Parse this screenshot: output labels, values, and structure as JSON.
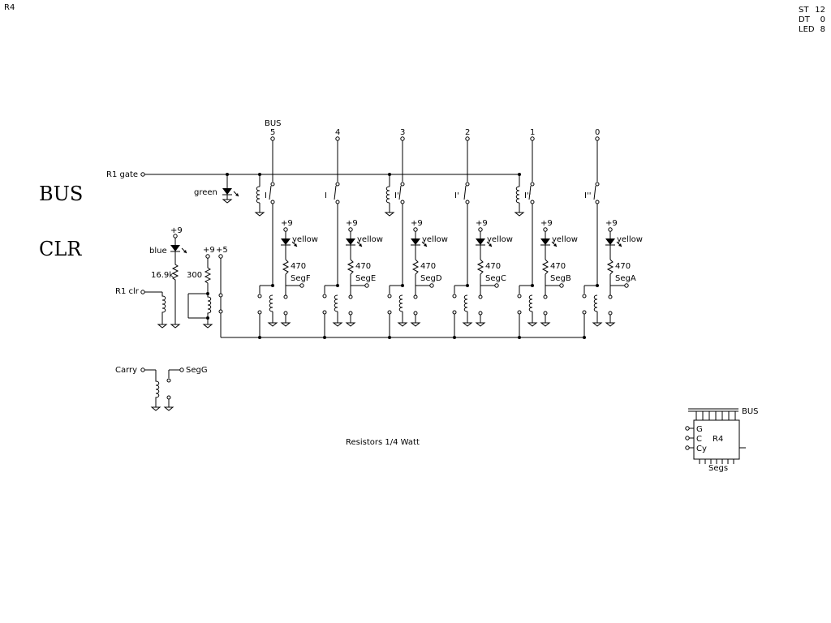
{
  "sheet": {
    "title": "R4",
    "note": "Resistors 1/4 Watt"
  },
  "stats": [
    {
      "label": "ST",
      "value": "12"
    },
    {
      "label": "DT",
      "value": "0"
    },
    {
      "label": "LED",
      "value": "8"
    }
  ],
  "sections": {
    "bus": "BUS",
    "clr": "CLR"
  },
  "labels": {
    "bus": "BUS",
    "r1_gate": "R1 gate",
    "r1_clr": "R1 clr",
    "green": "green",
    "blue": "blue",
    "plus9": "+9",
    "plus5": "+5",
    "r_blue": "16.9k",
    "r_300": "300",
    "carry": "Carry",
    "segg": "SegG"
  },
  "columns": [
    {
      "bus": "5",
      "relay": "I",
      "segment": "SegF",
      "led": "yellow",
      "res": "470"
    },
    {
      "bus": "4",
      "relay": "I",
      "segment": "SegE",
      "led": "yellow",
      "res": "470"
    },
    {
      "bus": "3",
      "relay": "I'",
      "segment": "SegD",
      "led": "yellow",
      "res": "470"
    },
    {
      "bus": "2",
      "relay": "I'",
      "segment": "SegC",
      "led": "yellow",
      "res": "470"
    },
    {
      "bus": "1",
      "relay": "I''",
      "segment": "SegB",
      "led": "yellow",
      "res": "470"
    },
    {
      "bus": "0",
      "relay": "I''",
      "segment": "SegA",
      "led": "yellow",
      "res": "470"
    }
  ],
  "block": {
    "name": "R4",
    "bus": "BUS",
    "segs": "Segs",
    "pins": [
      "G",
      "C",
      "Cy"
    ]
  }
}
